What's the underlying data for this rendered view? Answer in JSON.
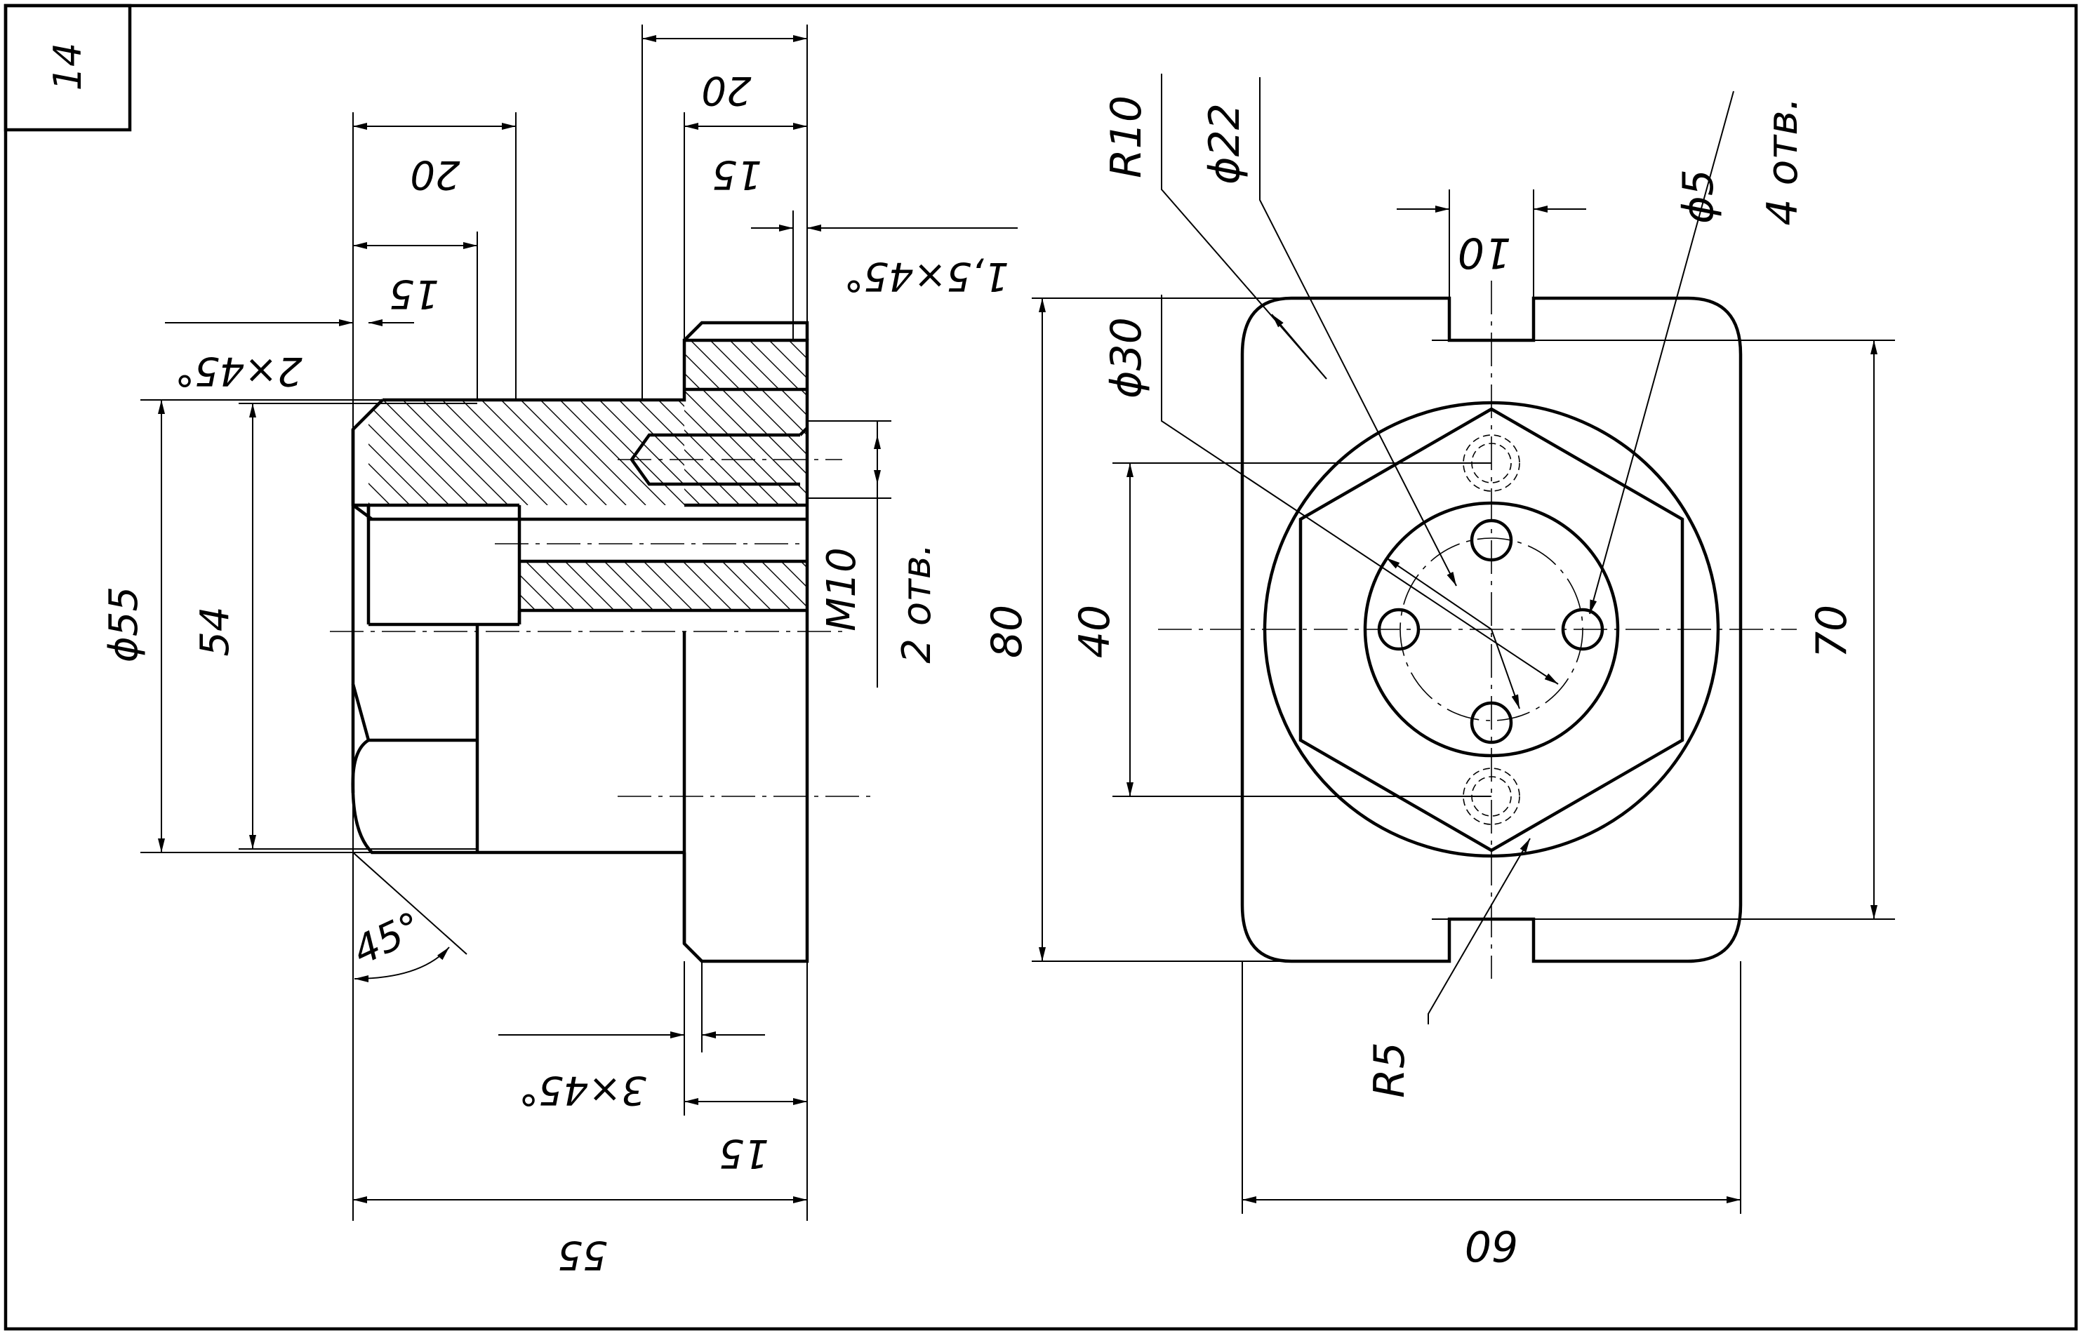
{
  "sheet": {
    "number": "14"
  },
  "dimensions": {
    "left_view": {
      "overall_length": "55",
      "flange_total": "20",
      "thread_depth": "15",
      "hex_length": "20",
      "hex_step": "15",
      "flange_thickness": "15",
      "chamfer_hex": "2×45°",
      "chamfer_flange_top": "1,5×45°",
      "chamfer_flange_bottom": "3×45°",
      "diameter_outer": "ϕ55",
      "across_flats": "54",
      "angle": "45°",
      "thread": "M10",
      "thread_count": "2 отв."
    },
    "right_view": {
      "height_overall": "80",
      "height_inner": "70",
      "width_overall": "60",
      "slot_width": "10",
      "bolt_circle": "40",
      "radius_corner": "R10",
      "radius_slot": "R5",
      "dia_bore": "ϕ22",
      "dia_circle": "ϕ30",
      "dia_holes": "ϕ5",
      "holes_count": "4 отв."
    }
  }
}
